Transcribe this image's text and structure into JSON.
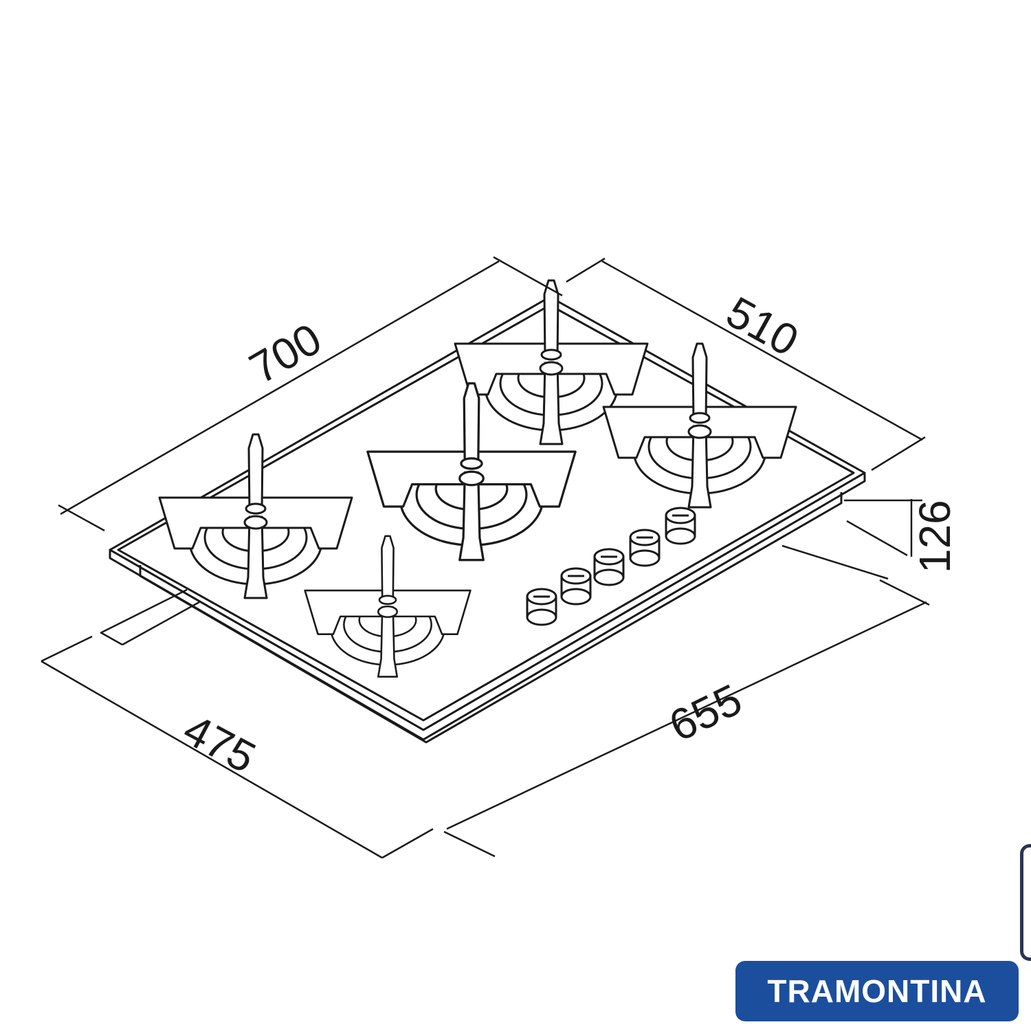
{
  "dimensions": {
    "length": "700",
    "depth": "510",
    "height": "126",
    "cutout_width": "655",
    "cutout_depth": "475"
  },
  "brand": {
    "name": "TRAMONTINA",
    "color": "#1c4e9e"
  },
  "components": {
    "burners": 5,
    "control_knobs": 5
  }
}
